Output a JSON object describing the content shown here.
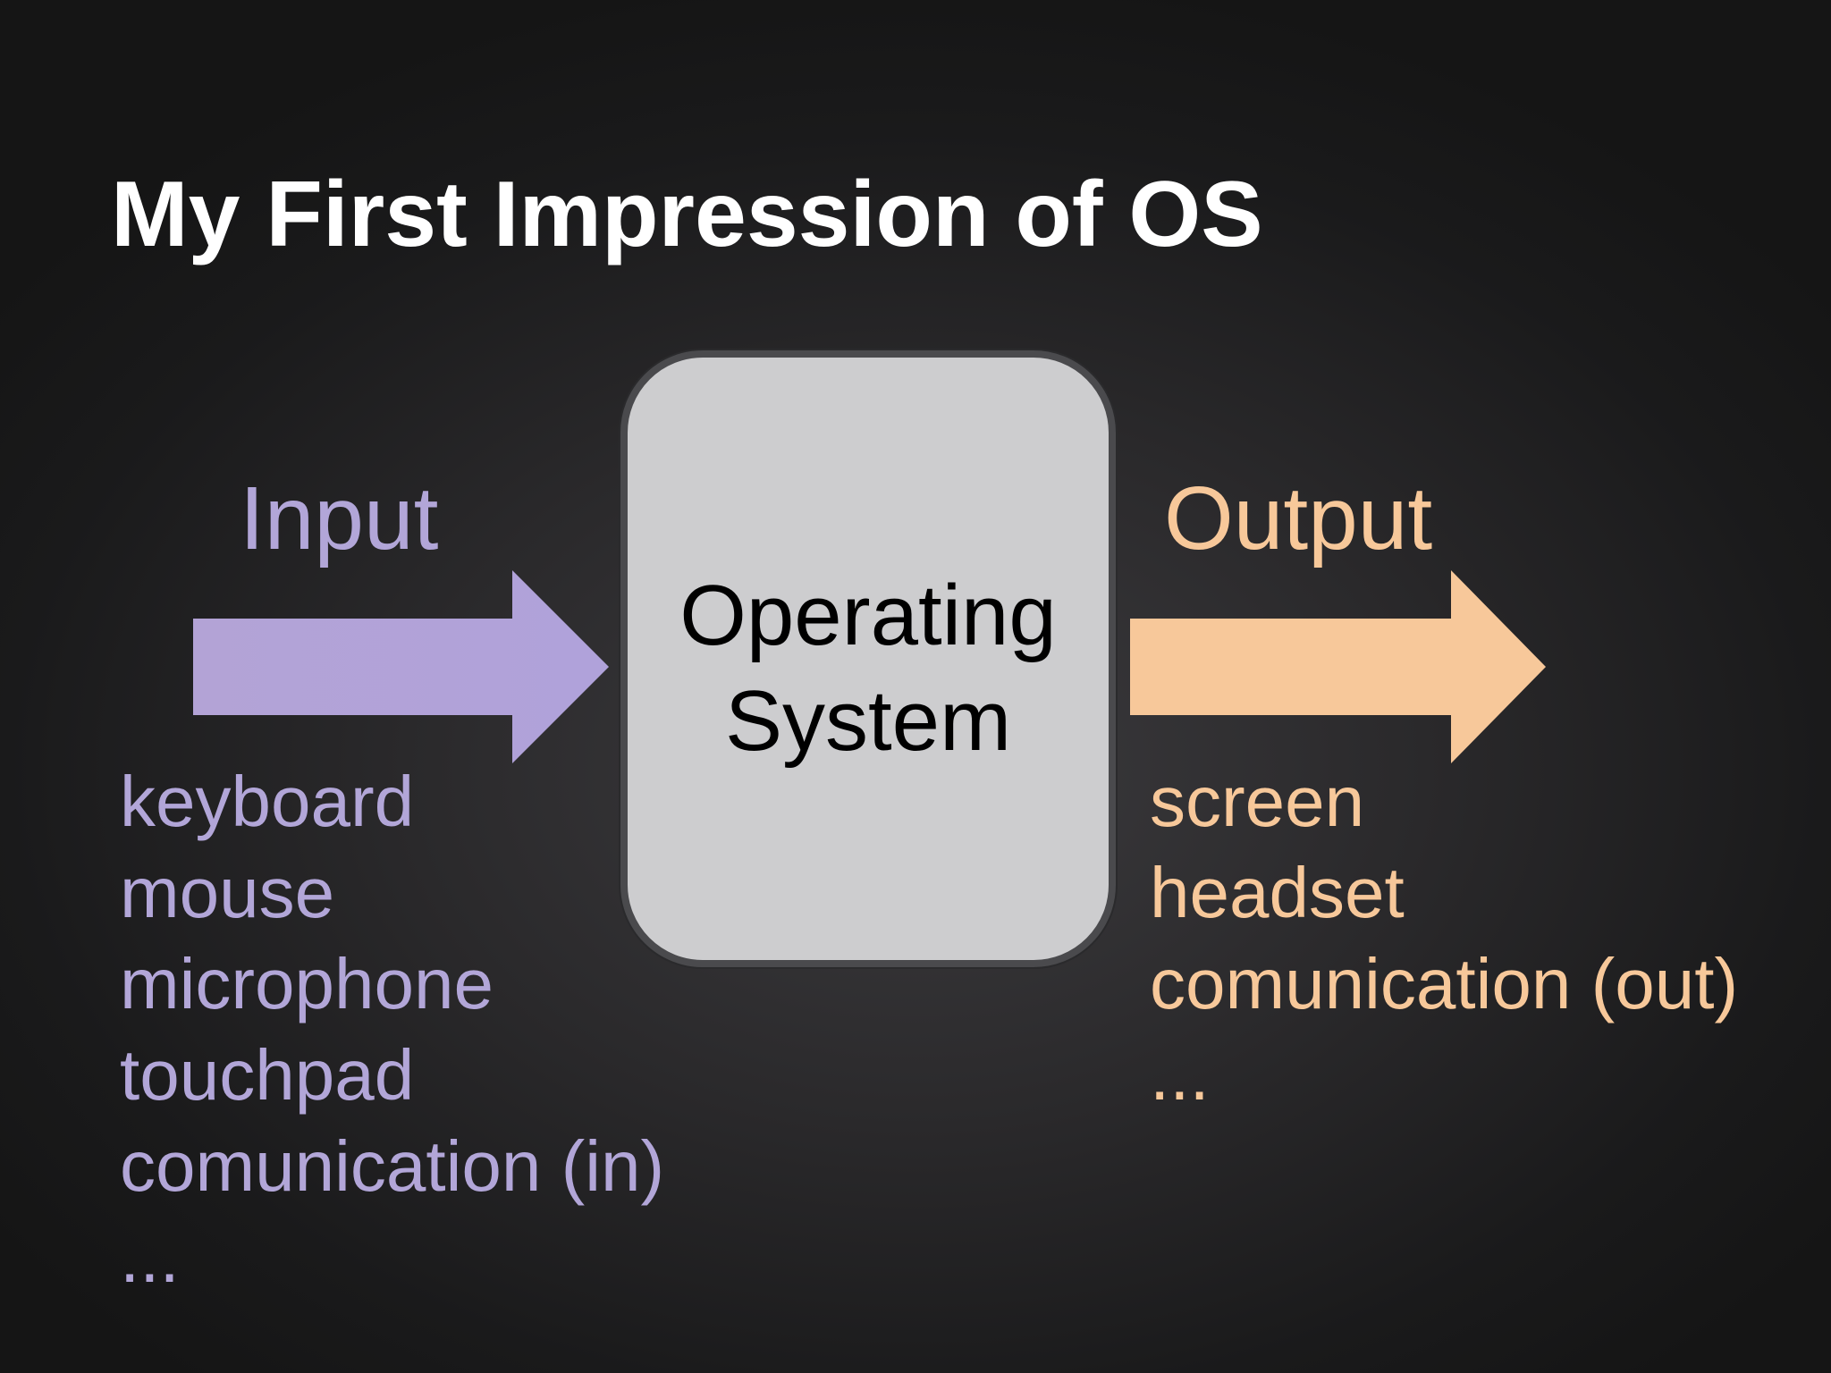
{
  "title": "My First Impression of OS",
  "center": {
    "line1": "Operating",
    "line2": "System"
  },
  "input": {
    "label": "Input",
    "color": "#b2a6d8",
    "items": [
      "keyboard",
      "mouse",
      "microphone",
      "touchpad",
      "comunication (in)",
      "..."
    ]
  },
  "output": {
    "label": "Output",
    "color": "#f7c89a",
    "items": [
      "screen",
      "headset",
      "comunication (out)",
      "..."
    ]
  },
  "box_color": "#cdcdcf",
  "background_color": "#2a292b"
}
